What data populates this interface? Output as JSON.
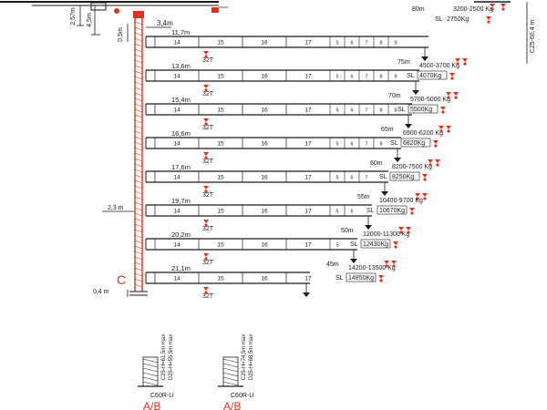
{
  "colors": {
    "line": "#1a1a1a",
    "accent": "#e0301e",
    "jib_fill": "#f4f4f4"
  },
  "top_labels": {
    "left_dim_a": "2,57m",
    "left_dim_b": "4,5m",
    "tower_top_gap": "0,5m",
    "head_offset": "3,4m",
    "top_right_radius": "80m",
    "top_right_load": "3200-2500 Kg",
    "top_right_sl": "SL",
    "top_right_sl_load": "2750Kg",
    "vertical_model": "C25-60,4 m"
  },
  "jibs": [
    {
      "height": "11,7m",
      "counterweight": "32T",
      "radius": "75m",
      "load": "4500-3700 Kg",
      "sl": "SL",
      "sl_load": "4070Kg"
    },
    {
      "height": "13,6m",
      "counterweight": "32T",
      "radius": "70m",
      "load": "5700-5000 Kg",
      "sl": "SL",
      "sl_load": "5500Kg"
    },
    {
      "height": "15,4m",
      "counterweight": "32T",
      "radius": "65m",
      "load": "6900-6200 Kg",
      "sl": "SL",
      "sl_load": "6820Kg"
    },
    {
      "height": "16,6m",
      "counterweight": "32T",
      "radius": "60m",
      "load": "8200-7500 Kg",
      "sl": "SL",
      "sl_load": "8250Kg"
    },
    {
      "height": "17,6m",
      "counterweight": "32T",
      "radius": "55m",
      "load": "10400-9700 Kg",
      "sl": "SL",
      "sl_load": "10670Kg"
    },
    {
      "height": "19,7m",
      "counterweight": "32T",
      "radius": "50m",
      "load": "12000-11300 Kg",
      "sl": "SL",
      "sl_load": "12430Kg"
    },
    {
      "height": "20,2m",
      "counterweight": "32T",
      "radius": "45m",
      "load": "14200-13500 Kg",
      "sl": "SL",
      "sl_load": "14850Kg"
    },
    {
      "height": "21,1m",
      "counterweight": "32T",
      "radius": "",
      "load": "",
      "sl": "",
      "sl_load": ""
    }
  ],
  "segment_numbers": [
    "14",
    "15",
    "16",
    "17"
  ],
  "tip_numbers": [
    "5",
    "6",
    "7",
    "8",
    "9"
  ],
  "side_labels": {
    "width": "2,3 m",
    "tower_letter": "C",
    "base_height": "0,4 m"
  },
  "bases": [
    {
      "top_spec": "C25-H=61,5m max",
      "bottom_spec": "D25-H=55,5m max",
      "base_model": "C60R-U",
      "base_label": "A/B"
    },
    {
      "top_spec": "C25-H=74,5m max",
      "bottom_spec": "D25-H=68,5m max",
      "base_model": "C60R-U",
      "base_label": "A/B"
    }
  ]
}
